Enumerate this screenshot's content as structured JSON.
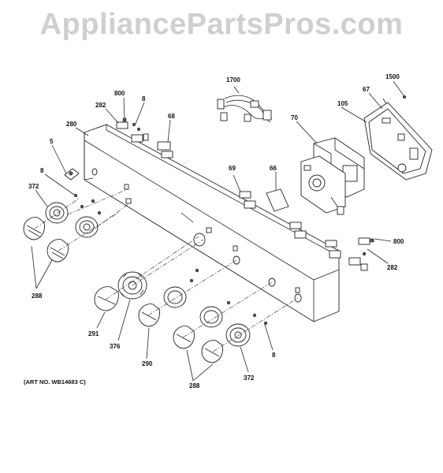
{
  "watermark": "AppliancePartsPros.com",
  "art_no": "(ART NO. WB14683 C)",
  "callouts": {
    "c1700": "1700",
    "c1500": "1500",
    "c67": "67",
    "c105": "105",
    "c70": "70",
    "c800a": "800",
    "c8a": "8",
    "c282a": "282",
    "c68": "68",
    "c280": "280",
    "c5": "5",
    "c8b": "8",
    "c372a": "372",
    "c69": "69",
    "c66": "66",
    "c800b": "800",
    "c282b": "282",
    "c288a": "288",
    "c291": "291",
    "c376": "376",
    "c290": "290",
    "c8c": "8",
    "c288b": "288",
    "c372b": "372"
  }
}
